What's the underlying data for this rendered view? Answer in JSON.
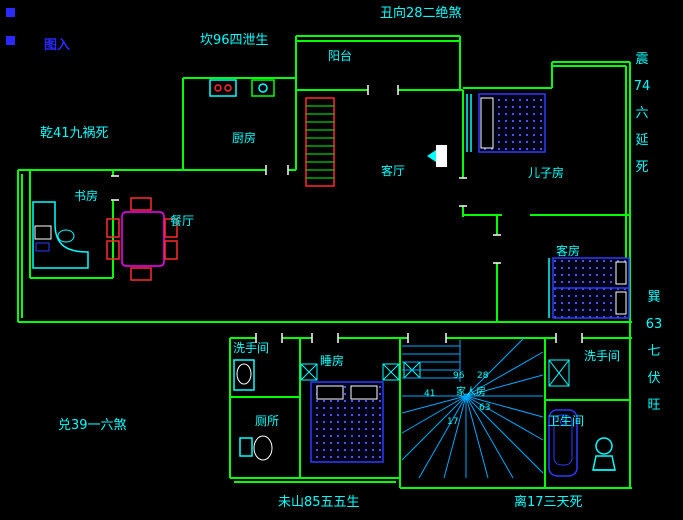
{
  "colors": {
    "background": "#000000",
    "wall": "#00ff00",
    "label": "#00ffff",
    "cyan": "#00ffff",
    "blue_text": "#2a2aff",
    "bed": "#2b3cff",
    "bed_dot": "#4a5fff",
    "stair": "#00a8ff",
    "red": "#ff2a2a",
    "magenta": "#ff00ff",
    "white": "#ffffff"
  },
  "annotations": {
    "plan_mark": "图入",
    "kan": "坎96四泄生",
    "chou": "丑向28二绝煞",
    "qian": "乾41九祸死",
    "zhen": "震\n74\n六\n延\n死",
    "xun": "巽\n63\n七\n伏\n旺",
    "dui": "兑39一六煞",
    "wei": "未山85五五生",
    "li": "离17三天死"
  },
  "rooms": {
    "balcony": "阳台",
    "kitchen": "厨房",
    "living": "客厅",
    "son": "儿子房",
    "study": "书房",
    "dining": "餐厅",
    "guest": "客房",
    "washroom_left": "洗手间",
    "bedroom": "睡房",
    "washroom_right": "洗手间",
    "family": "家人房",
    "toilet": "厕所",
    "bathroom": "卫生间"
  },
  "stair_numbers": {
    "a": "96",
    "b": "28",
    "c": "41",
    "d": "63",
    "e": "17"
  }
}
